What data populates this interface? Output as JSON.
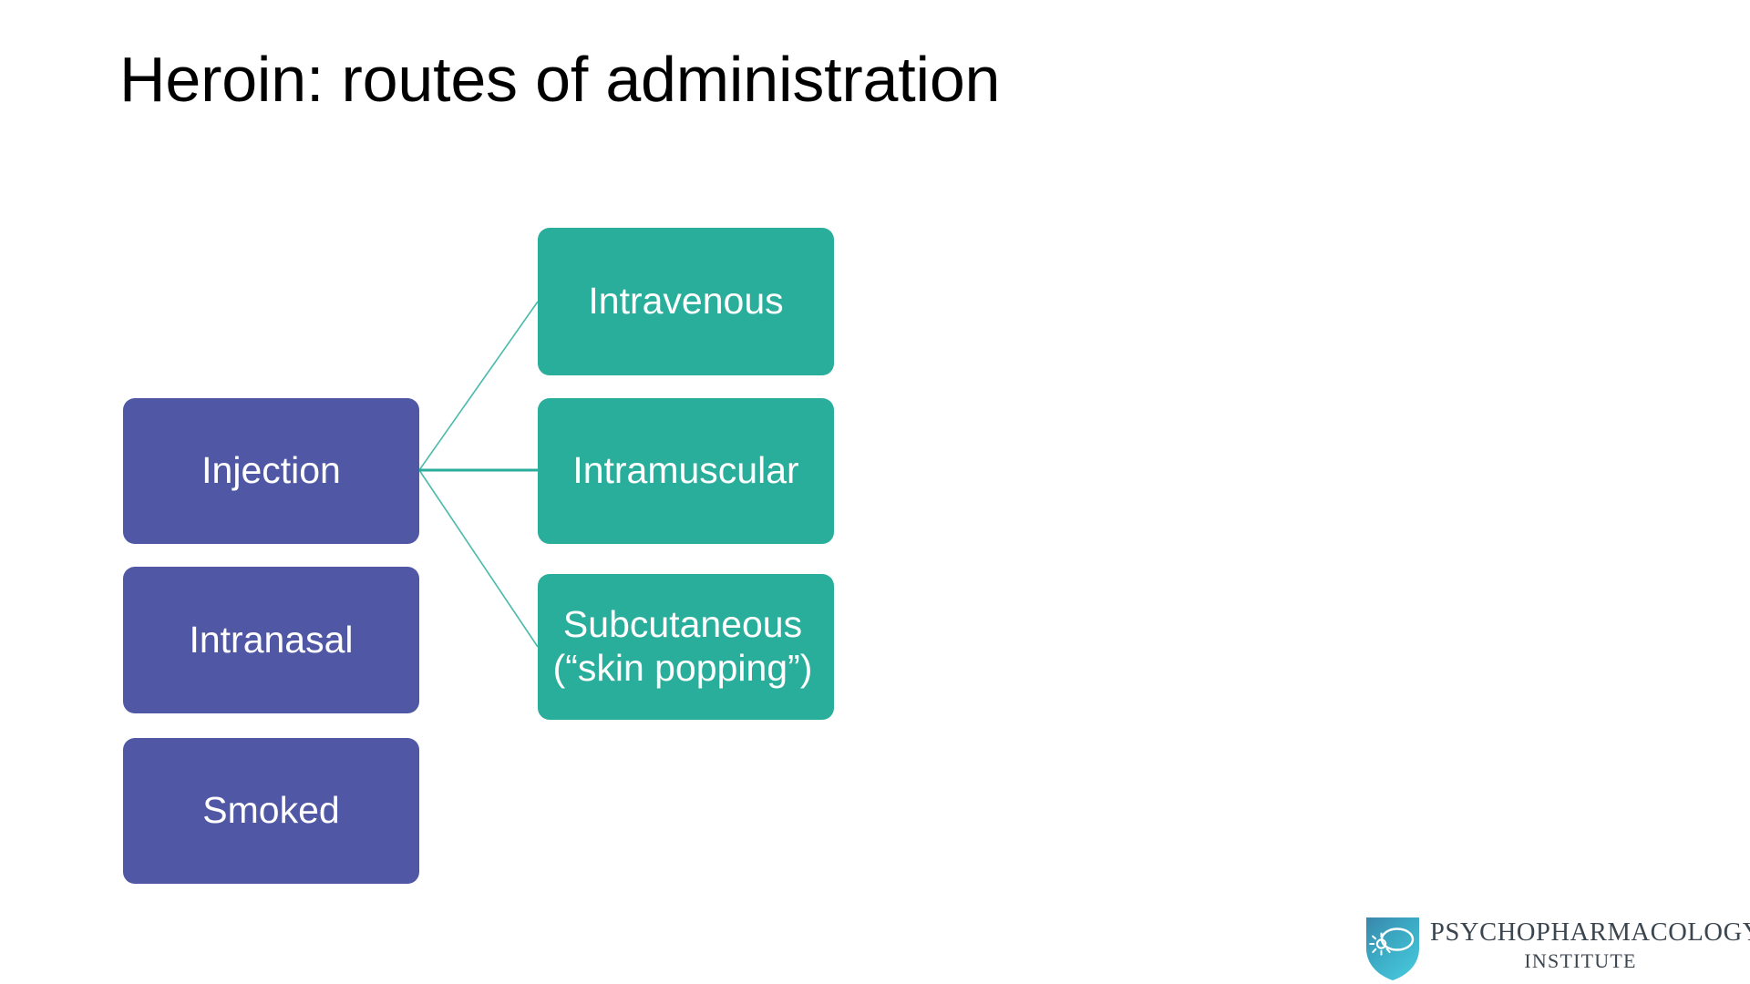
{
  "slide": {
    "title": "Heroin: routes of administration",
    "background_color": "#FFFFFF"
  },
  "colors": {
    "primary_node": "#5058A5",
    "secondary_node": "#2AAE9C",
    "connector": "#2AAE9C",
    "node_text": "#FFFFFF",
    "title_text": "#000000",
    "logo_text": "#3C4650",
    "logo_shield_top": "#3C8FB0",
    "logo_shield_bottom": "#3FC4D8"
  },
  "diagram": {
    "type": "hierarchy",
    "primary_nodes": [
      {
        "id": "injection",
        "label": "Injection"
      },
      {
        "id": "intranasal",
        "label": "Intranasal"
      },
      {
        "id": "smoked",
        "label": "Smoked"
      }
    ],
    "secondary_nodes": [
      {
        "id": "intravenous",
        "label": "Intravenous"
      },
      {
        "id": "intramuscular",
        "label": "Intramuscular"
      },
      {
        "id": "subcutaneous",
        "label": "Subcutaneous (“skin popping”)"
      }
    ],
    "connections": [
      {
        "from": "injection",
        "to": "intravenous"
      },
      {
        "from": "injection",
        "to": "intramuscular"
      },
      {
        "from": "injection",
        "to": "subcutaneous"
      }
    ]
  },
  "logo": {
    "line1": "PSYCHOPHARMACOLOGY",
    "line2": "INSTITUTE",
    "mark": "shield-neuron-icon"
  }
}
